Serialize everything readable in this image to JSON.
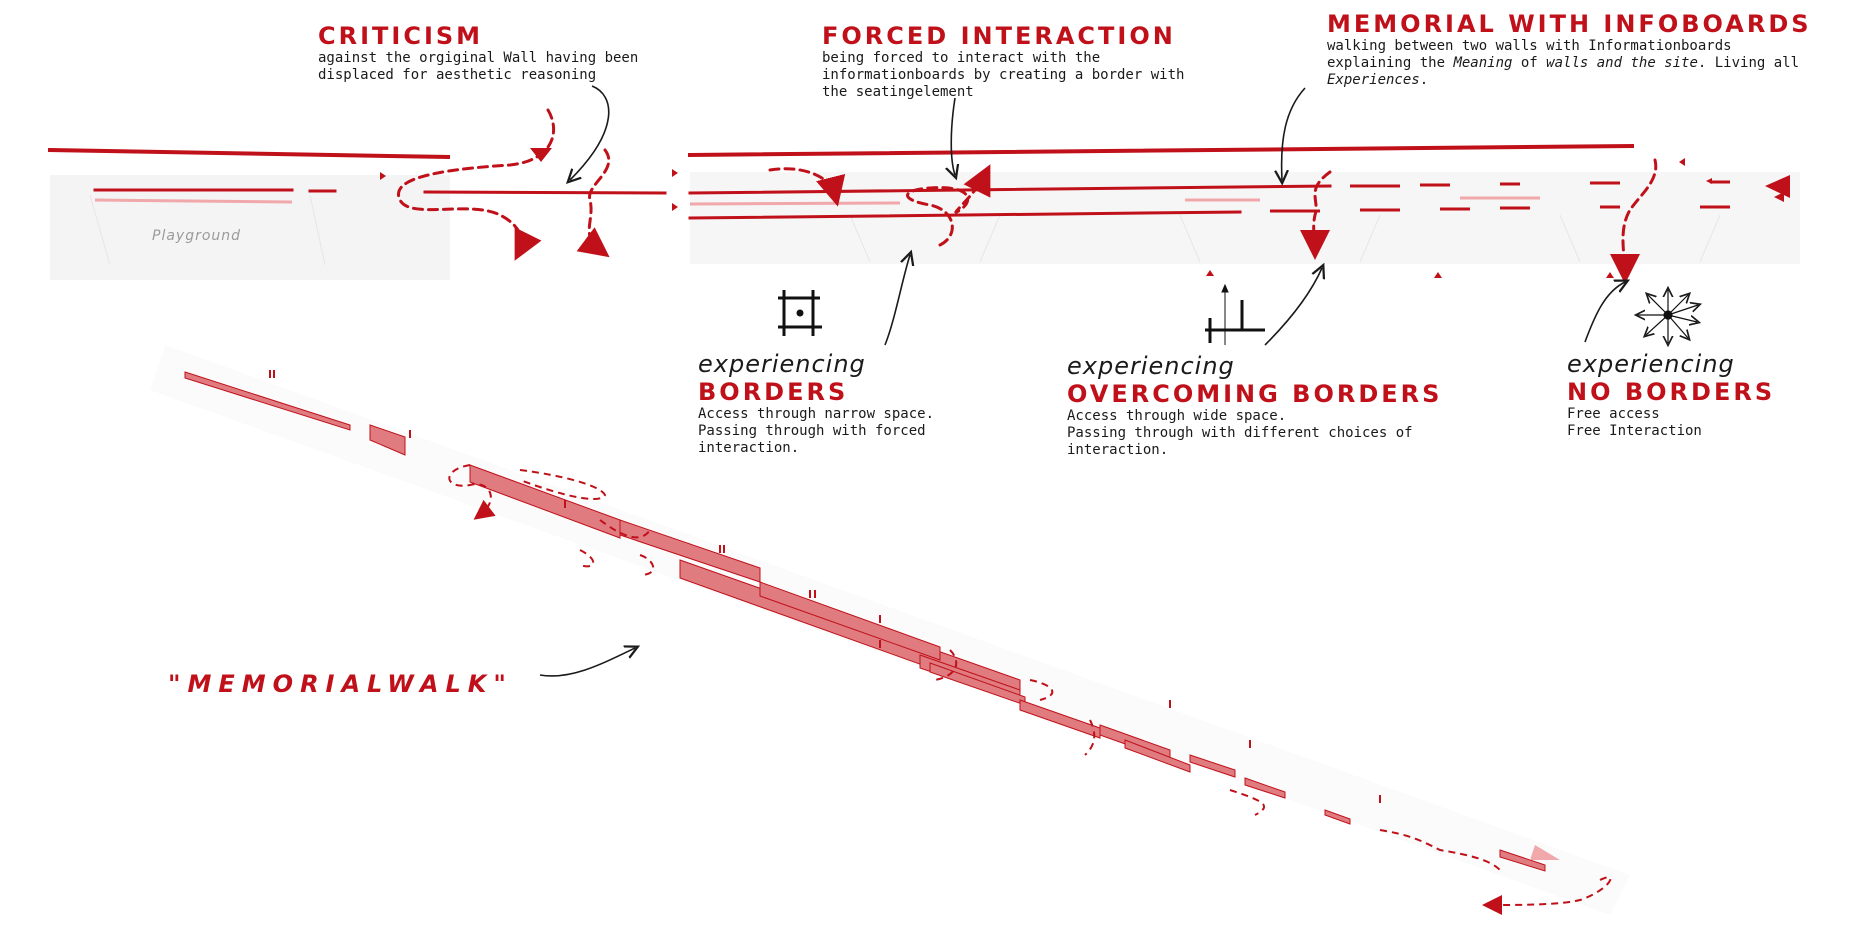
{
  "annotations": {
    "criticism": {
      "title": "CRITICISM",
      "text": "against the orgiginal Wall having been\ndisplaced for aesthetic reasoning"
    },
    "forced_interaction": {
      "title": "FORCED INTERACTION",
      "text": "being forced to interact with the\ninformationboards by creating a border with\nthe seatingelement"
    },
    "memorial": {
      "title": "MEMORIAL WITH INFOBOARDS",
      "text_parts": [
        "walking between two walls with Informationboards\nexplaining the ",
        "Meaning",
        " of ",
        "walls and the site",
        ". Living all\n",
        "Experiences",
        "."
      ]
    },
    "borders": {
      "subtitle": "experiencing",
      "title": "BORDERS",
      "text": "Access through narrow space.\nPassing through with forced\ninteraction."
    },
    "overcoming": {
      "subtitle": "experiencing",
      "title": "OVERCOMING BORDERS",
      "text": "Access through wide space.\nPassing through with different choices of\ninteraction."
    },
    "no_borders": {
      "subtitle": "experiencing",
      "title": "NO BORDERS",
      "text": "Free access\nFree Interaction"
    }
  },
  "plan": {
    "playground_label": "Playground"
  },
  "memorial_walk_label": "\"MEMORIALWALK\"",
  "colors": {
    "accent": "#c0111a",
    "accent_light": "#f0a8ab",
    "wall_fill": "#e07b80",
    "text": "#1a1a1a",
    "ground": "#f5f5f5"
  },
  "icons": [
    "square-border-icon",
    "overcoming-border-icon",
    "radiating-arrows-icon"
  ]
}
